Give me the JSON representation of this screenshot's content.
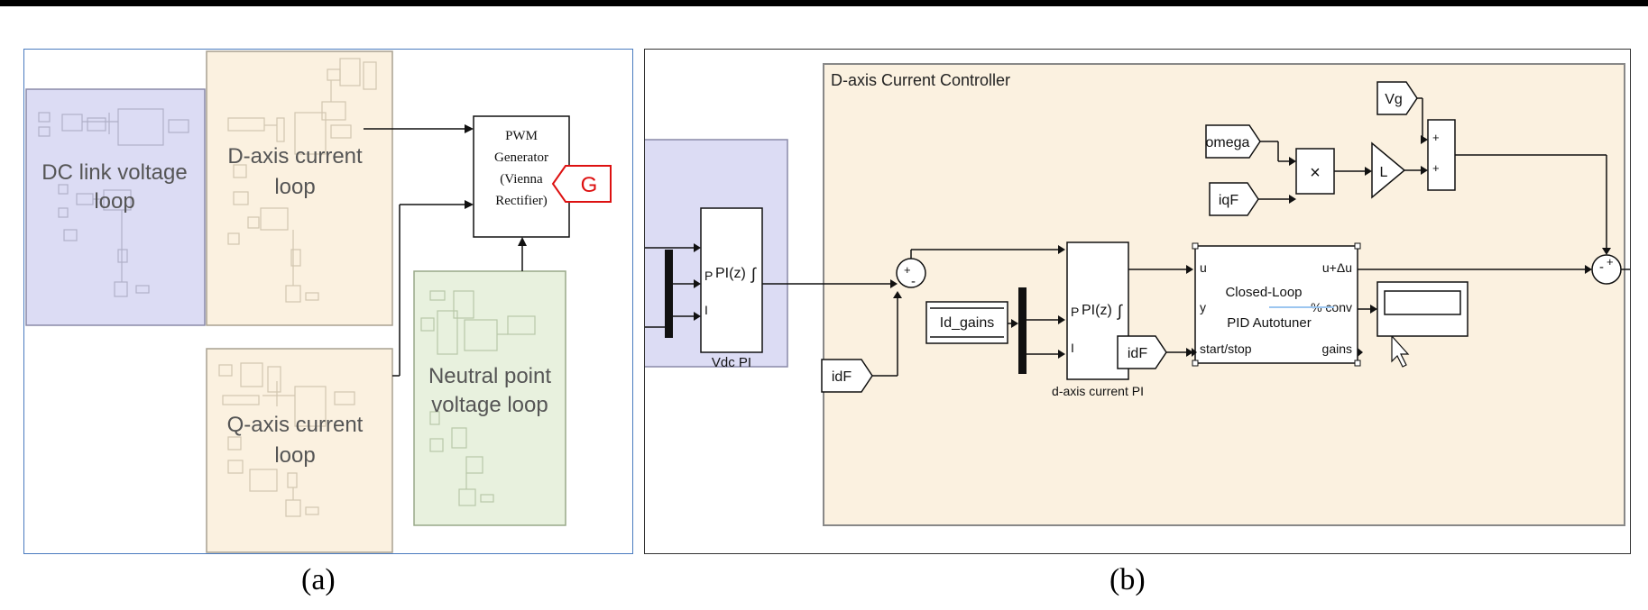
{
  "panel_a": {
    "caption": "(a)",
    "dc_link": {
      "line1": "DC link voltage",
      "line2": "loop"
    },
    "d_axis": {
      "line1": "D-axis current",
      "line2": "loop"
    },
    "q_axis": {
      "line1": "Q-axis current",
      "line2": "loop"
    },
    "neutral": {
      "line1": "Neutral point",
      "line2": "voltage loop"
    },
    "pwm": {
      "line1": "PWM",
      "line2": "Generator",
      "line3": "(Vienna",
      "line4": "Rectifier)"
    },
    "output_tag": "G"
  },
  "panel_b": {
    "caption": "(b)",
    "subsystem_title": "D-axis Current Controller",
    "vdc_pi": {
      "label": "Vdc PI",
      "expr": "PI(z)",
      "port_p": "P",
      "port_i": "I"
    },
    "d_pi": {
      "label": "d-axis current PI",
      "expr": "PI(z)",
      "port_p": "P",
      "port_i": "I"
    },
    "sum1_signs": {
      "a": "+",
      "b": "-"
    },
    "sum2_signs": {
      "a": "+",
      "b": "+"
    },
    "sum3_signs": {
      "a": "-",
      "b": "+"
    },
    "idf_tag_1": "idF",
    "idf_tag_2": "idF",
    "ld_gains": "Id_gains",
    "omega_tag": "omega",
    "iqf_tag": "iqF",
    "vg_tag": "Vg",
    "product_symbol": "×",
    "gain_label": "L",
    "autotuner": {
      "title1": "Closed-Loop",
      "title2": "PID Autotuner",
      "in_u": "u",
      "in_y": "y",
      "in_start": "start/stop",
      "out_du": "u+Δu",
      "out_conv": "% conv",
      "out_gains": "gains"
    }
  }
}
